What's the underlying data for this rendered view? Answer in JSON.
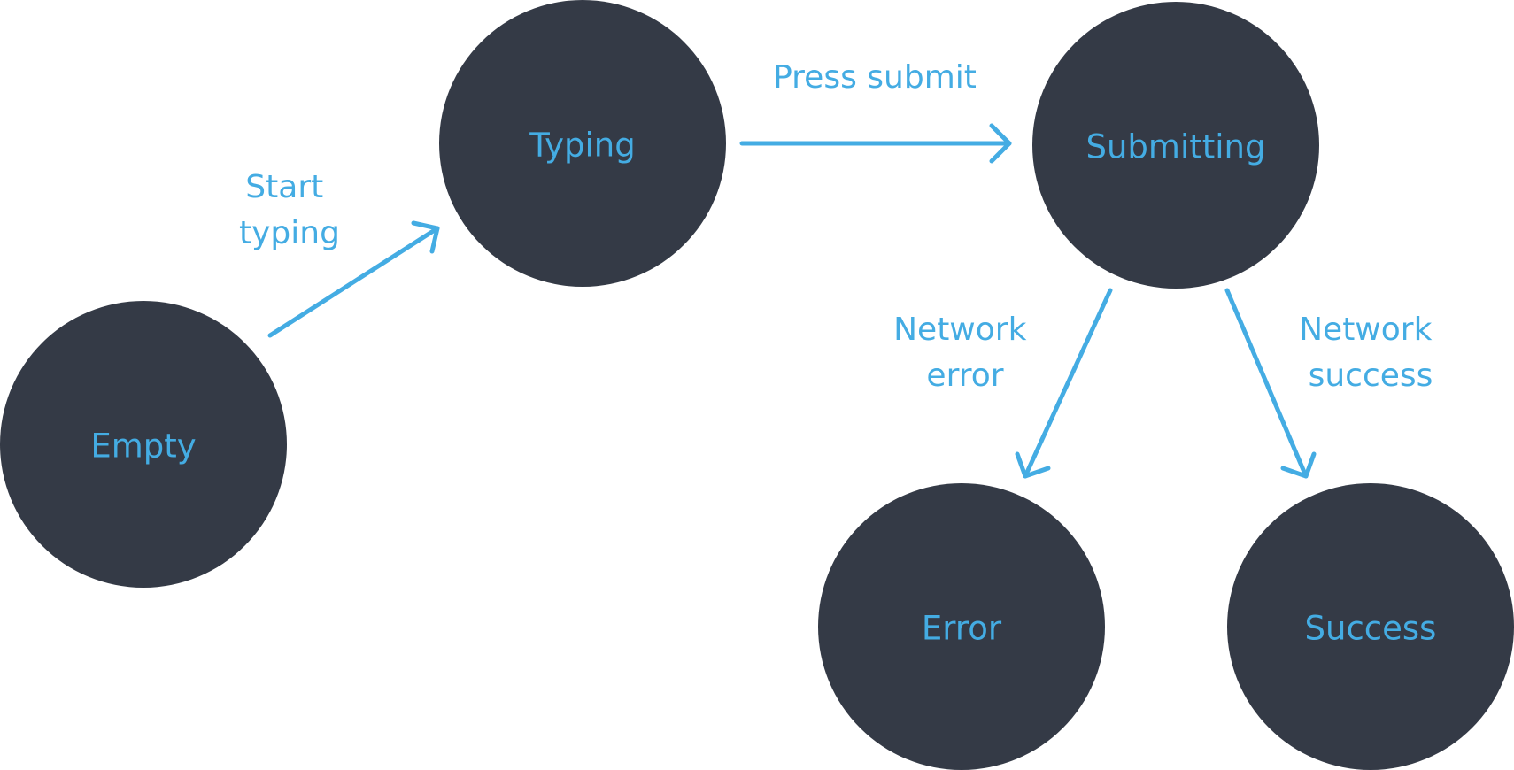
{
  "colors": {
    "background": "#ffffff",
    "node_fill": "#343a46",
    "accent": "#44ace3"
  },
  "nodes": {
    "empty": {
      "label": "Empty"
    },
    "typing": {
      "label": "Typing"
    },
    "submitting": {
      "label": "Submitting"
    },
    "error": {
      "label": "Error"
    },
    "success": {
      "label": "Success"
    }
  },
  "edges": {
    "start_typing": {
      "from": "empty",
      "to": "typing",
      "label_line1": "Start",
      "label_line2": "typing"
    },
    "press_submit": {
      "from": "typing",
      "to": "submitting",
      "label_line1": "Press submit"
    },
    "network_error": {
      "from": "submitting",
      "to": "error",
      "label_line1": "Network",
      "label_line2": "error"
    },
    "network_success": {
      "from": "submitting",
      "to": "success",
      "label_line1": "Network",
      "label_line2": "success"
    }
  }
}
